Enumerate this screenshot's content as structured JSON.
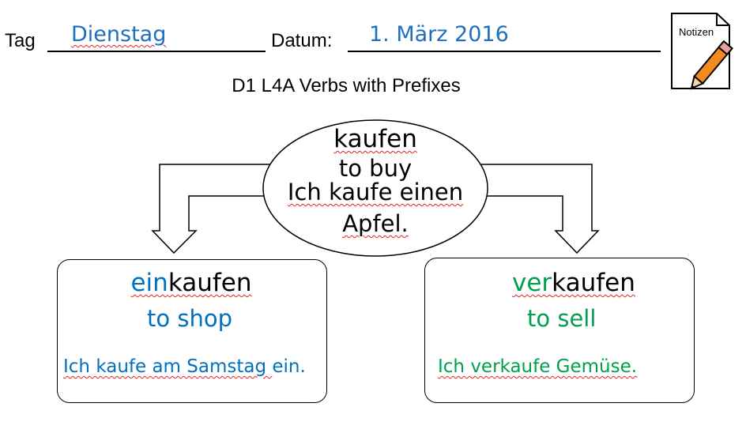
{
  "header": {
    "tag_label": "Tag",
    "tag_value": "Dienstag",
    "datum_label": "Datum:",
    "datum_value": "1. März 2016",
    "notes_icon_text": "Notizen"
  },
  "title": "D1 L4A Verbs with Prefixes",
  "center": {
    "verb": "kaufen",
    "meaning": "to buy",
    "example_line1": "Ich kaufe einen",
    "example_line2": "Apfel."
  },
  "left": {
    "prefix": "ein",
    "stem": "kaufen",
    "meaning": "to shop",
    "example_main": "Ich kaufe am Samstag ",
    "example_particle": "ein",
    "example_end": "."
  },
  "right": {
    "prefix": "ver",
    "stem": "kaufen",
    "meaning": "to sell",
    "example": "Ich verkaufe Gemüse."
  },
  "colors": {
    "blue_handwriting": "#1f6fc0",
    "blue_text": "#0070c0",
    "green_text": "#00a050",
    "squiggle": "#e02020"
  }
}
